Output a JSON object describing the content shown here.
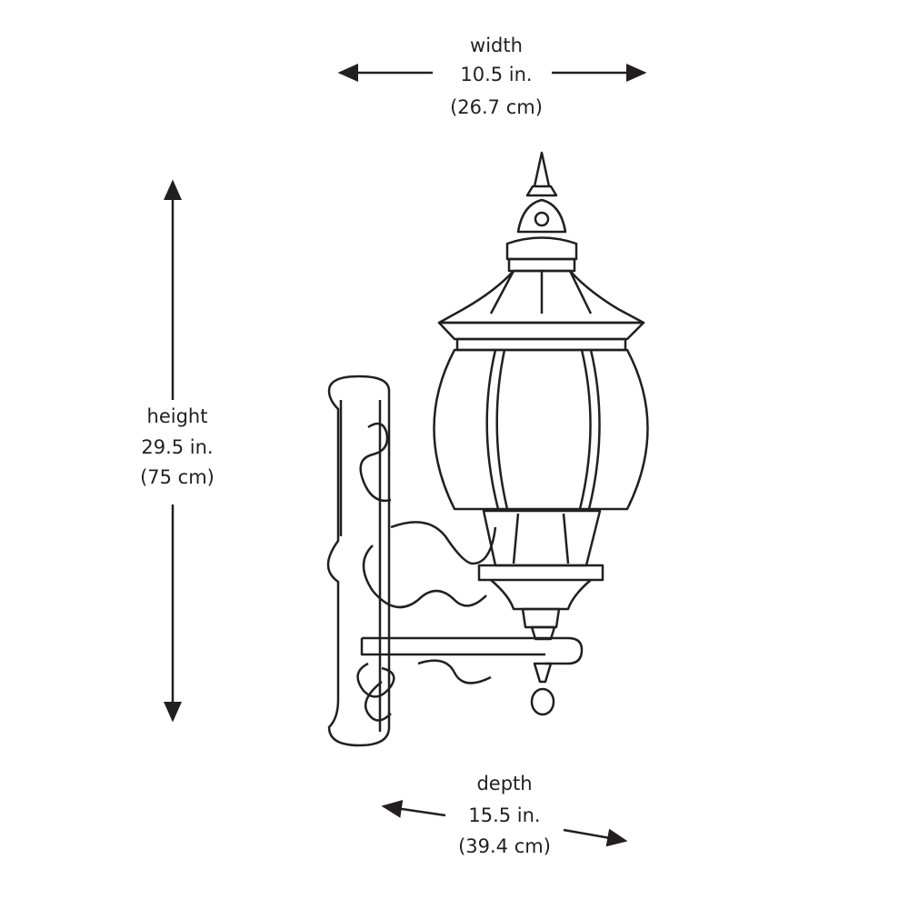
{
  "dimensions": {
    "width": {
      "label": "width",
      "imperial": "10.5 in.",
      "metric": "(26.7 cm)"
    },
    "height": {
      "label": "height",
      "imperial": "29.5 in.",
      "metric": "(75 cm)"
    },
    "depth": {
      "label": "depth",
      "imperial": "15.5 in.",
      "metric": "(39.4 cm)"
    }
  },
  "colors": {
    "line": "#231f20",
    "background": "#ffffff"
  }
}
